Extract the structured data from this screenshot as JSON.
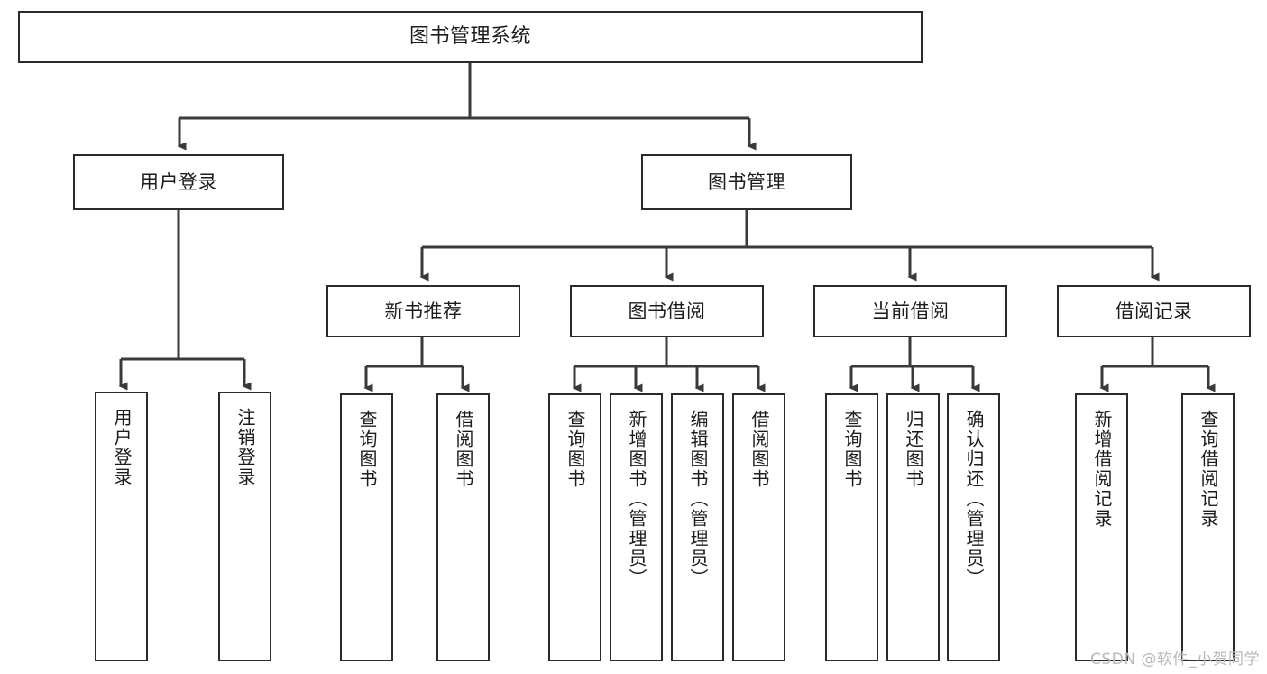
{
  "diagram": {
    "title": "图书管理系统",
    "watermark": "CSDN @软件_小贺同学",
    "colors": {
      "box_border": "#2b2b2b",
      "box_fill": "#ffffff",
      "connector": "#3a3a3a",
      "text": "#1c1c1c",
      "watermark": "#b9b9b9",
      "background": "#ffffff"
    },
    "levels": {
      "root": "图书管理系统",
      "level2": [
        "用户登录",
        "图书管理"
      ],
      "level3": [
        "新书推荐",
        "图书借阅",
        "当前借阅",
        "借阅记录"
      ]
    },
    "nodes": {
      "root": {
        "label": "图书管理系统"
      },
      "user_login": {
        "label": "用户登录"
      },
      "book_manage": {
        "label": "图书管理"
      },
      "new_book_rec": {
        "label": "新书推荐"
      },
      "book_borrow": {
        "label": "图书借阅"
      },
      "current_borrow": {
        "label": "当前借阅"
      },
      "borrow_record": {
        "label": "借阅记录"
      },
      "leaf_user_login": {
        "label": "用户登录"
      },
      "leaf_logout": {
        "label": "注销登录"
      },
      "leaf_query_book_1": {
        "label": "查询图书"
      },
      "leaf_borrow_book_1": {
        "label": "借阅图书"
      },
      "leaf_query_book_2": {
        "label": "查询图书"
      },
      "leaf_add_book": {
        "label": "新增图书（管理员）"
      },
      "leaf_edit_book": {
        "label": "编辑图书（管理员）"
      },
      "leaf_borrow_book_2": {
        "label": "借阅图书"
      },
      "leaf_query_book_3": {
        "label": "查询图书"
      },
      "leaf_return_book": {
        "label": "归还图书"
      },
      "leaf_confirm_return": {
        "label": "确认归还（管理员）"
      },
      "leaf_add_record": {
        "label": "新增借阅记录"
      },
      "leaf_query_record": {
        "label": "查询借阅记录"
      }
    },
    "tree": {
      "图书管理系统": {
        "用户登录": [
          "用户登录",
          "注销登录"
        ],
        "图书管理": {
          "新书推荐": [
            "查询图书",
            "借阅图书"
          ],
          "图书借阅": [
            "查询图书",
            "新增图书（管理员）",
            "编辑图书（管理员）",
            "借阅图书"
          ],
          "当前借阅": [
            "查询图书",
            "归还图书",
            "确认归还（管理员）"
          ],
          "借阅记录": [
            "新增借阅记录",
            "查询借阅记录"
          ]
        }
      }
    }
  }
}
